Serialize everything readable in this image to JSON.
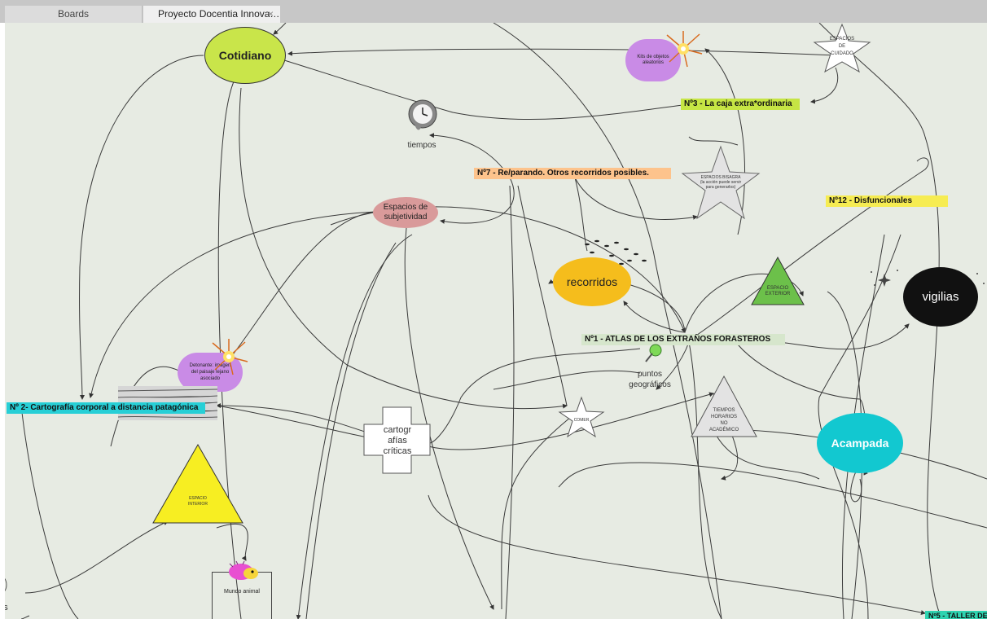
{
  "tabs": {
    "boards": "Boards",
    "active": "Proyecto Docentia Innova…",
    "close_glyph": "×"
  },
  "nodes": {
    "cotidiano": "Cotidiano",
    "kits": "Kits de objetos aleatorios",
    "espacios_cuidado": "ESPACIOS DE CUIDADO",
    "caja": "Nº3 - La caja extra*ordinaria",
    "tiempos": "tiempos",
    "reparando": "Nº7 - Re/parando. Otros recorridos posibles.",
    "bisagra": "ESPACIOS BISAGRA (la acción puede servir para generarlos)",
    "disfuncionales": "Nº12 - Disfuncionales",
    "subjetividad": "Espacios de subjetividad",
    "recorridos": "recorridos",
    "exterior": "ESPACIO EXTERIOR",
    "vigilias": "vigilias",
    "atlas": "Nº1 - ATLAS DE LOS EXTRAÑOS FORASTEROS",
    "detonante": "Detonante: imagen del paisaje lejano asociado",
    "puntos": "puntos geográficos",
    "cartografia_corporal": "Nº 2- Cartografía corporal a distancia patagónica",
    "cartografias_criticas": "cartogr afías críticas",
    "comer": "COMER",
    "tiempos_horarios": "TIEMPOS HORARIOS NO ACADÉMICO",
    "acampada": "Acampada",
    "interior": "ESPACIO INTERIOR",
    "mundo_animal": "Mundo animal",
    "taller": "Nº5 - TALLER DE",
    "edge_s": "s"
  },
  "colors": {
    "canvas": "#e7ebe3",
    "cotidiano": "#c9e54a",
    "kits": "#c98be6",
    "caja": "#c6e544",
    "reparando": "#fdc38c",
    "disfuncionales": "#f6ec52",
    "subjetividad": "#d99a9a",
    "recorridos": "#f5bd1c",
    "exterior": "#6cc04a",
    "vigilias": "#111111",
    "atlas": "#d6e6cc",
    "cartografia_corporal": "#27cfd6",
    "acampada": "#12c8d0",
    "interior": "#f7ee22",
    "taller": "#2fd3b0"
  },
  "icons": [
    "melting-clock-icon",
    "explosion-icon",
    "pushpin-icon",
    "ants-icon",
    "hedgehog-icon",
    "sparkles-icon",
    "landscape-image"
  ]
}
